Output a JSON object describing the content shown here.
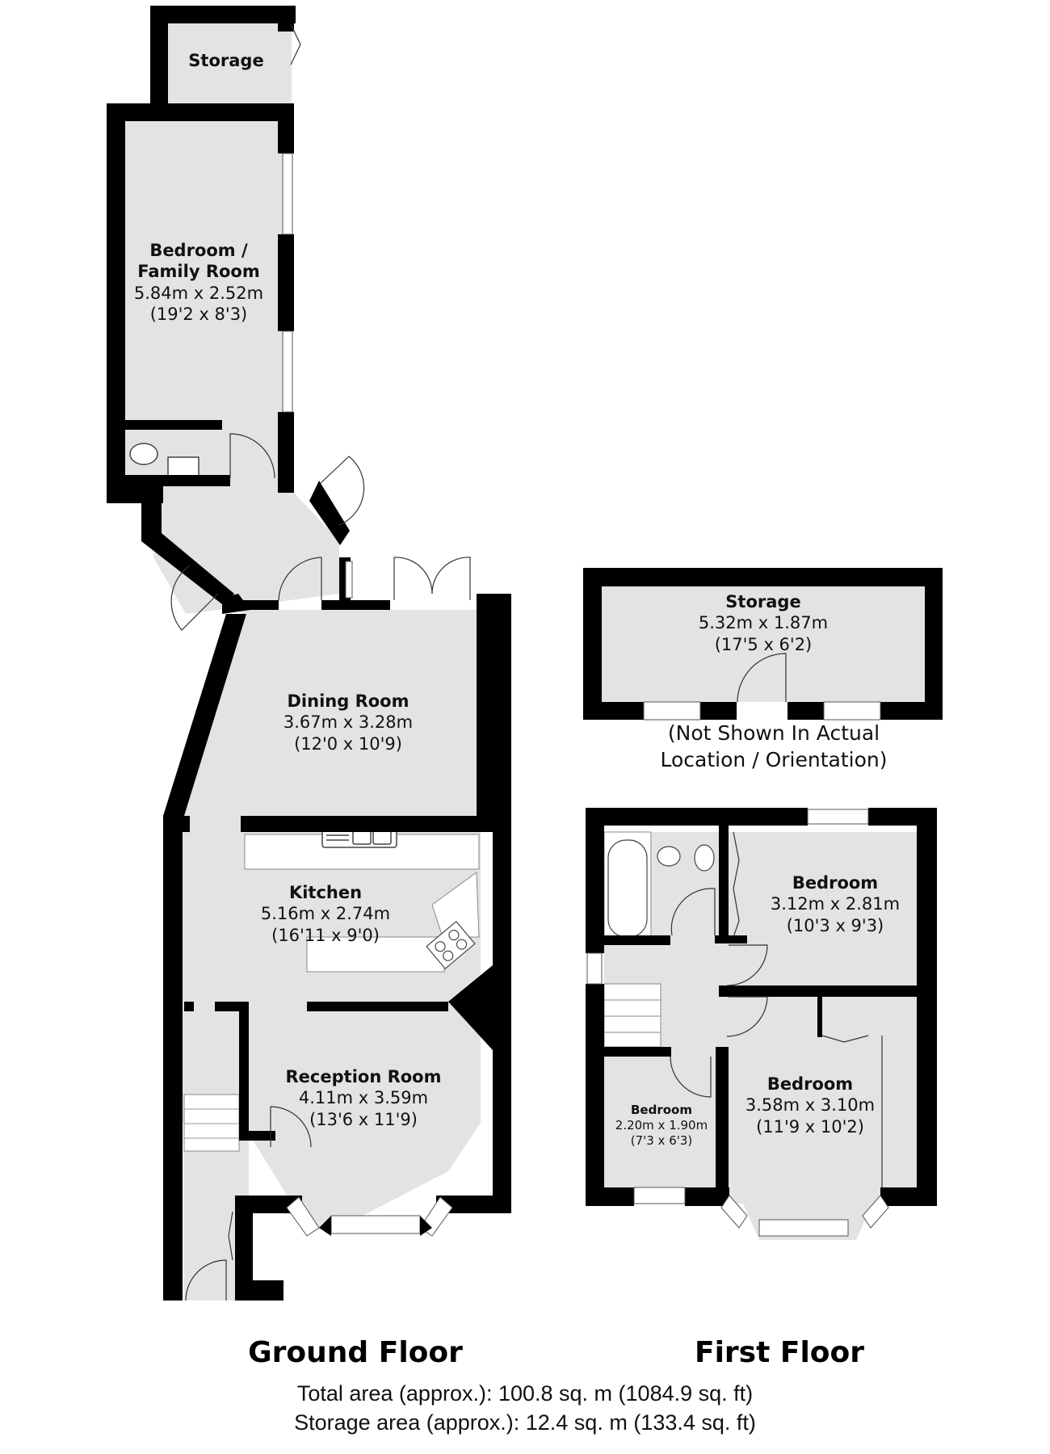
{
  "colors": {
    "wall": "#000000",
    "floor": "#e3e3e3",
    "fixture": "#ffffff",
    "background": "#ffffff"
  },
  "ground_floor": {
    "title": "Ground Floor",
    "rooms": [
      {
        "id": "storage",
        "name": "Storage"
      },
      {
        "id": "bedroom_family",
        "name": "Bedroom /",
        "name2": "Family Room",
        "metric": "5.84m x 2.52m",
        "imperial": "(19'2 x 8'3)"
      },
      {
        "id": "dining",
        "name": "Dining Room",
        "metric": "3.67m x 3.28m",
        "imperial": "(12'0 x 10'9)"
      },
      {
        "id": "kitchen",
        "name": "Kitchen",
        "metric": "5.16m x 2.74m",
        "imperial": "(16'11 x 9'0)"
      },
      {
        "id": "reception",
        "name": "Reception Room",
        "metric": "4.11m x 3.59m",
        "imperial": "(13'6 x 11'9)"
      }
    ]
  },
  "outbuilding": {
    "name": "Storage",
    "metric": "5.32m x 1.87m",
    "imperial": "(17'5 x 6'2)",
    "note_line1": "(Not Shown In Actual",
    "note_line2": "Location / Orientation)"
  },
  "first_floor": {
    "title": "First Floor",
    "rooms": [
      {
        "id": "bedroom_rear",
        "name": "Bedroom",
        "metric": "3.12m x 2.81m",
        "imperial": "(10'3 x 9'3)"
      },
      {
        "id": "bedroom_front",
        "name": "Bedroom",
        "metric": "3.58m x 3.10m",
        "imperial": "(11'9 x 10'2)"
      },
      {
        "id": "bedroom_small",
        "name": "Bedroom",
        "metric": "2.20m x 1.90m",
        "imperial": "(7'3 x 6'3)"
      }
    ]
  },
  "footer": {
    "total_area": "Total area (approx.): 100.8 sq. m (1084.9 sq. ft)",
    "storage_area": "Storage area (approx.): 12.4 sq. m (133.4 sq. ft)"
  }
}
